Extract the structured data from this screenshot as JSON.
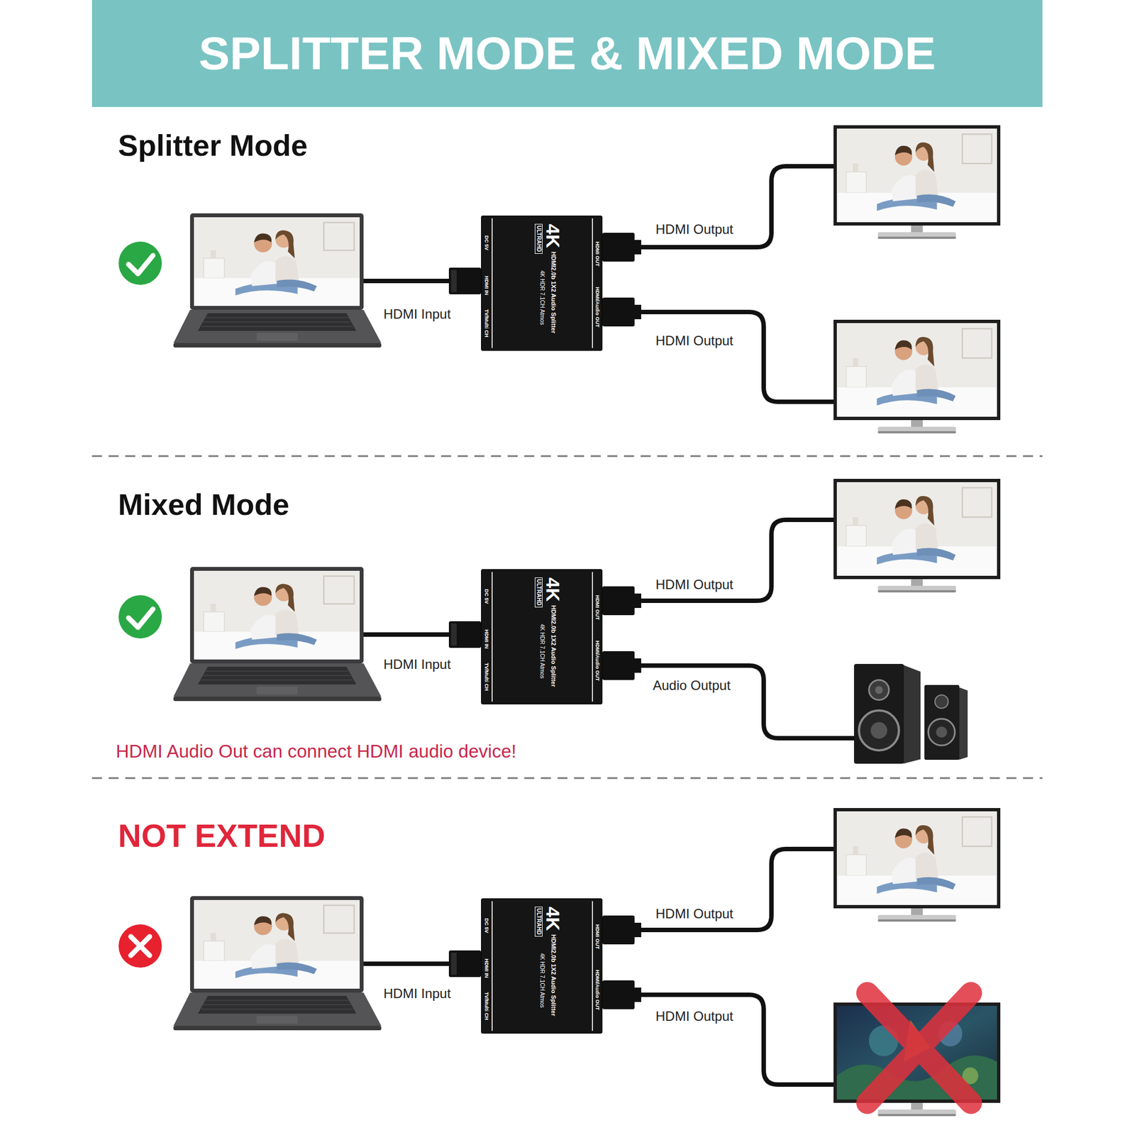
{
  "diagram": {
    "title": "SPLITTER MODE & MIXED MODE",
    "nodes": [
      {
        "text": [
          "4K",
          "ULTRAHD",
          "HDMI2.0b 1X2 Audio Splitter",
          "4K HDR 7.1CH Atmos",
          "DC 5V",
          "HDMI IN",
          "TV/Multi CH",
          "HDMI OUT",
          "HDMI/Audio OUT"
        ]
      },
      {
        "text": [
          "4K",
          "ULTRAHD",
          "HDMI2.0b 1X2 Audio Splitter",
          "4K HDR 7.1CH Atmos",
          "DC 5V",
          "HDMI IN",
          "TV/Multi CH",
          "HDMI OUT",
          "HDMI/Audio OUT"
        ]
      },
      {
        "text": [
          "4K",
          "ULTRAHD",
          "HDMI2.0b 1X2 Audio Splitter",
          "4K HDR 7.1CH Atmos",
          "DC 5V",
          "HDMI IN",
          "TV/Multi CH",
          "HDMI OUT",
          "HDMI/Audio OUT"
        ]
      }
    ],
    "labels": [
      "Splitter Mode",
      "HDMI Output",
      "HDMI Input",
      "HDMI Output",
      "Mixed Mode",
      "HDMI Output",
      "HDMI Input",
      "Audio Output",
      "HDMI Audio Out can connect HDMI audio device!",
      "NOT EXTEND",
      "HDMI Output",
      "HDMI Input",
      "HDMI Output"
    ]
  }
}
